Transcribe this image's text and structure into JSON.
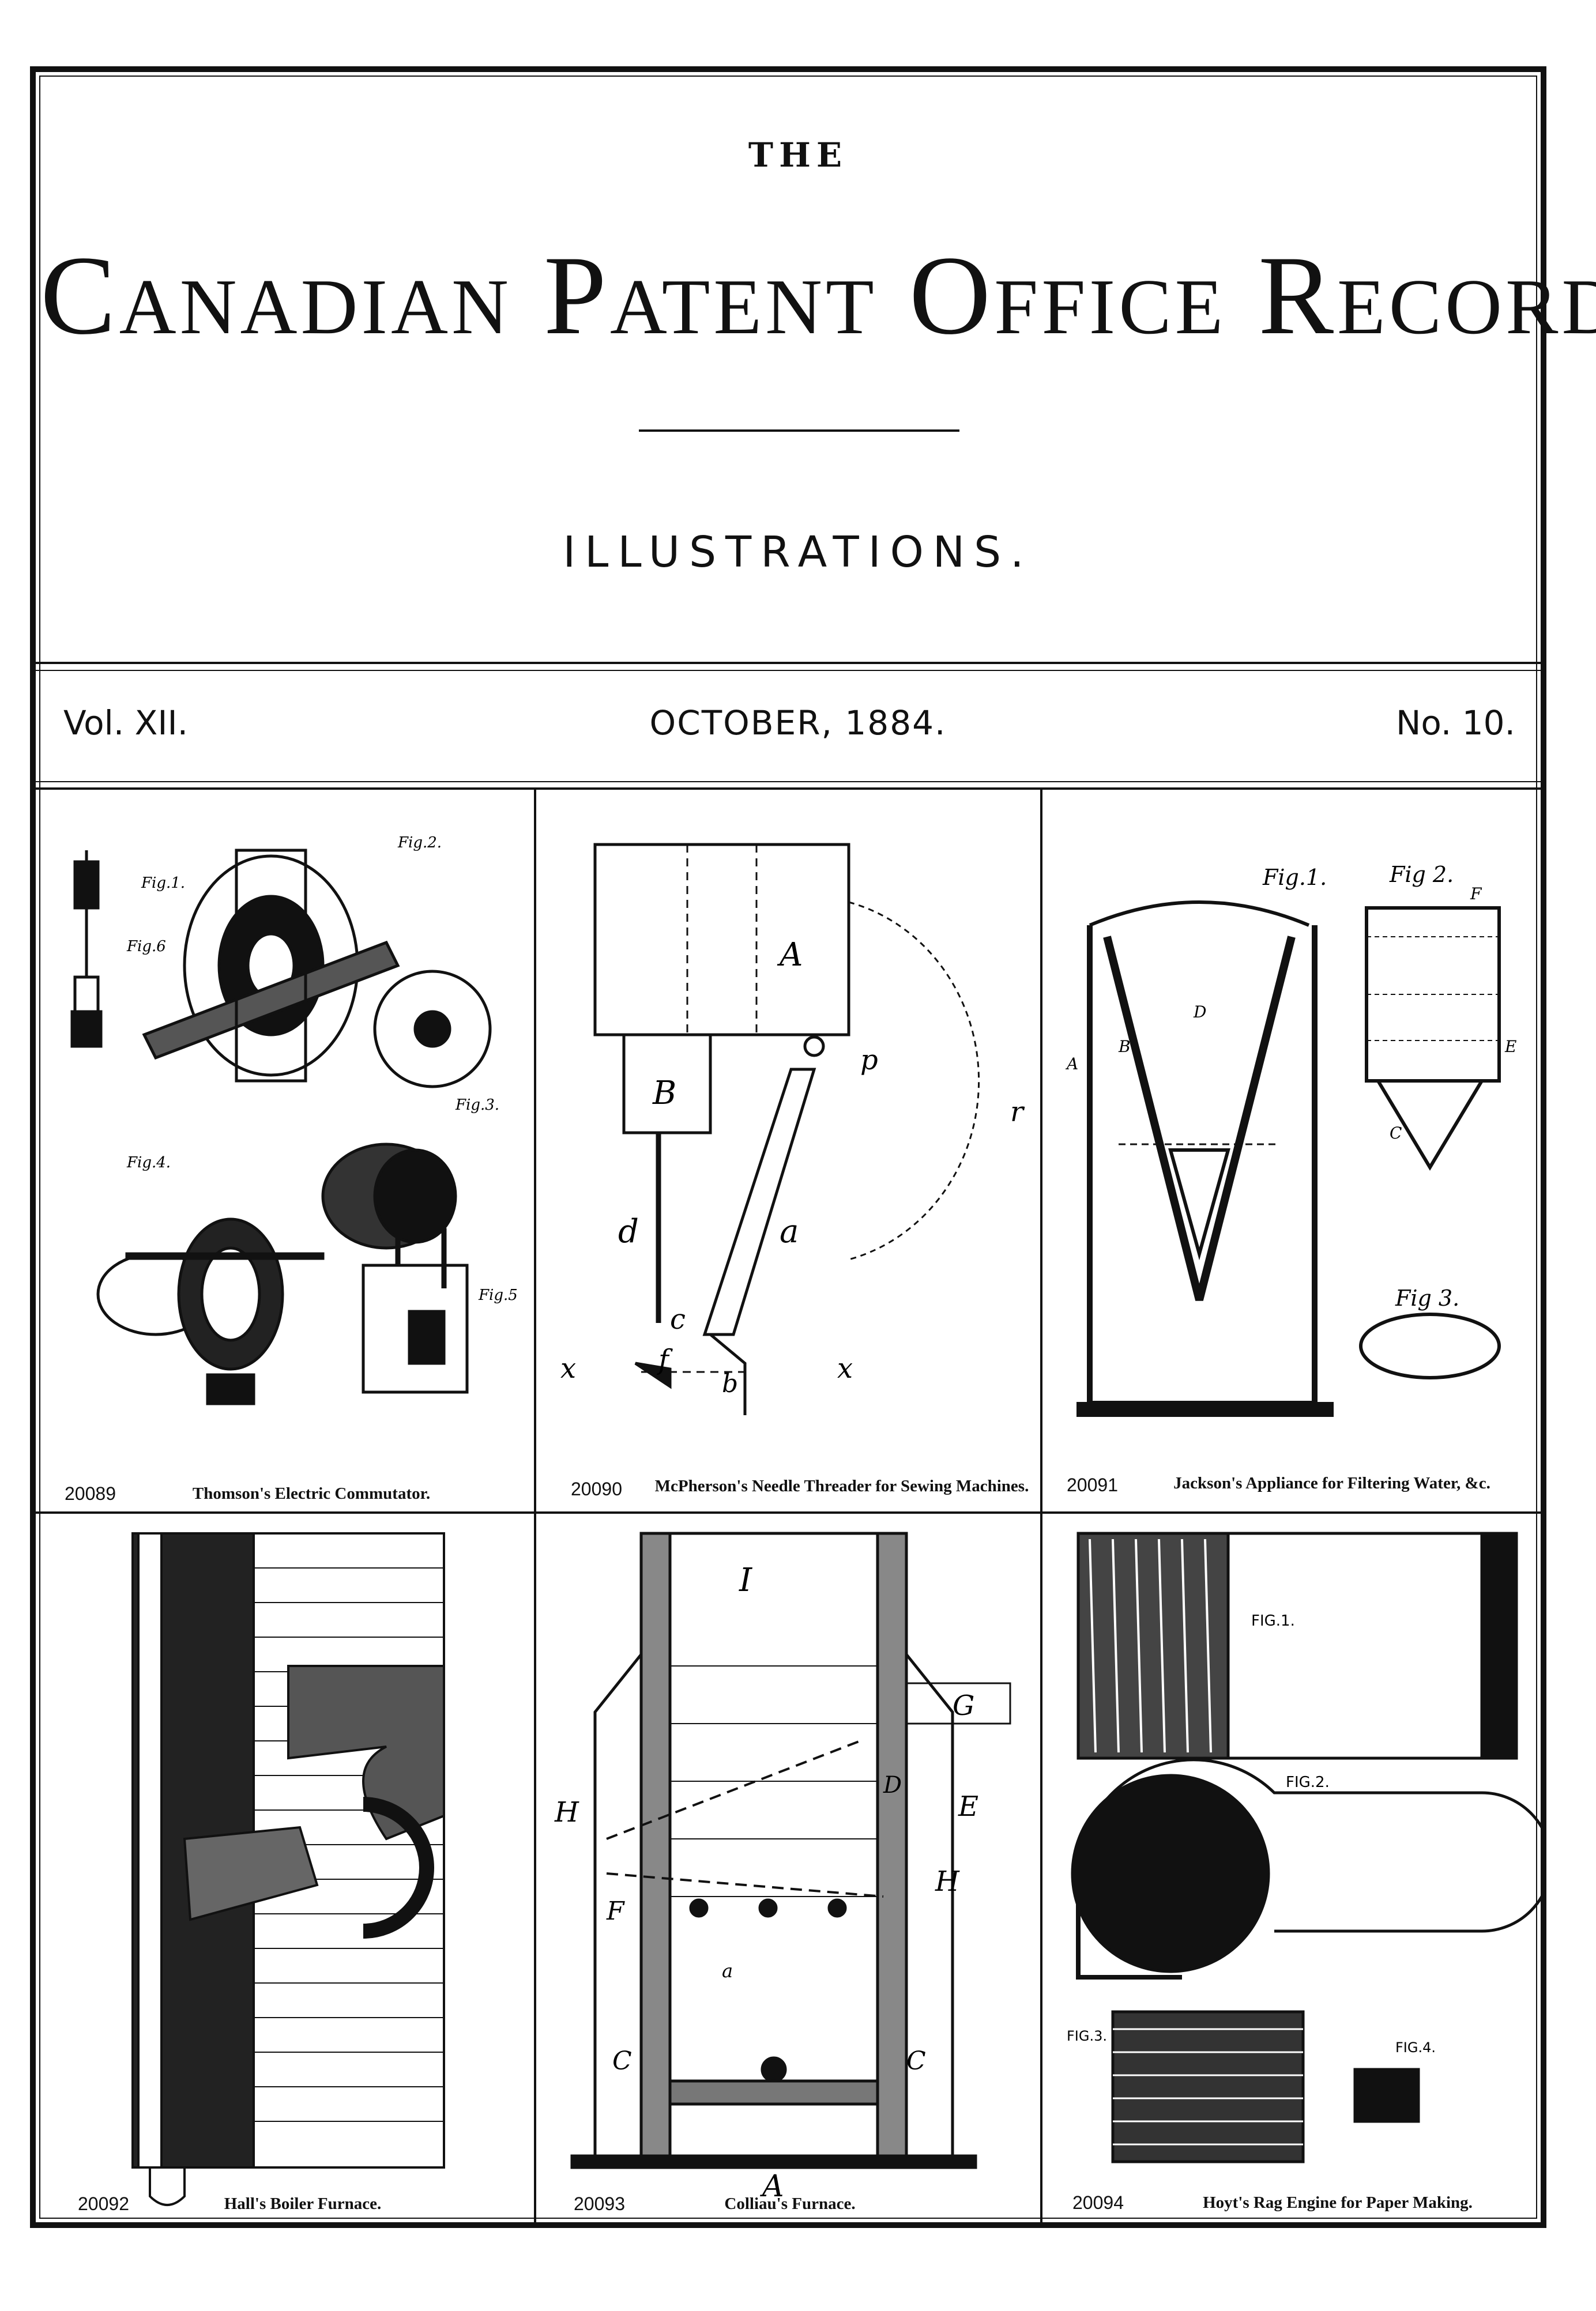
{
  "masthead": {
    "the": "THE",
    "title": "Canadian Patent Office Record.",
    "section": "ILLUSTRATIONS."
  },
  "issue": {
    "volume": "Vol. XII.",
    "date": "OCTOBER, 1884.",
    "number": "No. 10."
  },
  "panels": [
    {
      "number": "20089",
      "title": "Thomson's Electric Commutator.",
      "labels": [
        "Fig.1.",
        "Fig.2.",
        "Fig.3.",
        "Fig.4.",
        "Fig.5",
        "Fig.6"
      ]
    },
    {
      "number": "20090",
      "title": "McPherson's Needle Threader for Sewing Machines.",
      "labels": [
        "A",
        "B",
        "p",
        "r",
        "a",
        "d",
        "c",
        "f",
        "b",
        "x",
        "x"
      ]
    },
    {
      "number": "20091",
      "title": "Jackson's Appliance for Filtering Water, &c.",
      "labels": [
        "Fig.1.",
        "Fig 2.",
        "Fig 3.",
        "A",
        "B",
        "D",
        "E",
        "C",
        "F"
      ]
    },
    {
      "number": "20092",
      "title": "Hall's Boiler Furnace.",
      "labels": []
    },
    {
      "number": "20093",
      "title": "Colliau's Furnace.",
      "labels": [
        "I",
        "G",
        "H",
        "H",
        "D",
        "E",
        "F",
        "C",
        "C",
        "A",
        "a"
      ]
    },
    {
      "number": "20094",
      "title": "Hoyt's Rag Engine for Paper Making.",
      "labels": [
        "FIG.1.",
        "FIG.2.",
        "FIG.3.",
        "FIG.4."
      ]
    }
  ]
}
